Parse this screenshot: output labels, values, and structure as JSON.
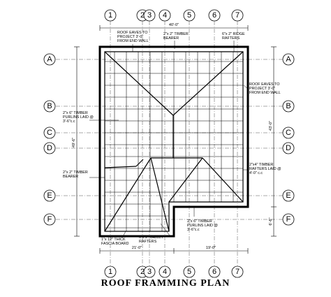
{
  "title": "ROOF  FRAMMING  PLAN",
  "column_grid": [
    "1",
    "2",
    "3",
    "4",
    "5",
    "6",
    "7"
  ],
  "row_grid": [
    "A",
    "B",
    "C",
    "D",
    "E",
    "F"
  ],
  "dimensions": {
    "top_overall": "40'-0\"",
    "bottom_left": "21'-0\"",
    "bottom_right": "19'-0\"",
    "left_overall": "49'-6\"",
    "right_upper": "43'-0\"",
    "right_lower": "6'-6\""
  },
  "notes": {
    "eaves_top": [
      "ROOF EAVES TO",
      "PROJECT 3'-0\"",
      "FROM END WALL"
    ],
    "bearer_top": [
      "2\"x 2\" TIMBER",
      "BEARER"
    ],
    "ridge": [
      "6\"x 2\" RIDGE",
      "RAFTERS"
    ],
    "eaves_right": [
      "ROOF EAVES TO",
      "PROJECT 3'-0\"",
      "FROM END WALL"
    ],
    "purlins_left": [
      "2\"x 6\" TIMBER",
      "PURLINS LAID @",
      "3'-6\"c.c"
    ],
    "bearer_left": [
      "2\"x 2\" TIMBER",
      "BEARER"
    ],
    "rafters_right": [
      "2\"x4\" TIMBER",
      "RAFTERS LAID @",
      "4'-0\" c.c"
    ],
    "purlins_bottom": [
      "2\"x 6\" TIMBER",
      "PURLINS LAID @",
      "3'-6\"c.c"
    ],
    "fascia": [
      "1\"x 12\" THICK",
      "FASCIA BOARD"
    ],
    "valley": [
      "6\"x 2\" VALLEY",
      "RAFTERS"
    ]
  }
}
